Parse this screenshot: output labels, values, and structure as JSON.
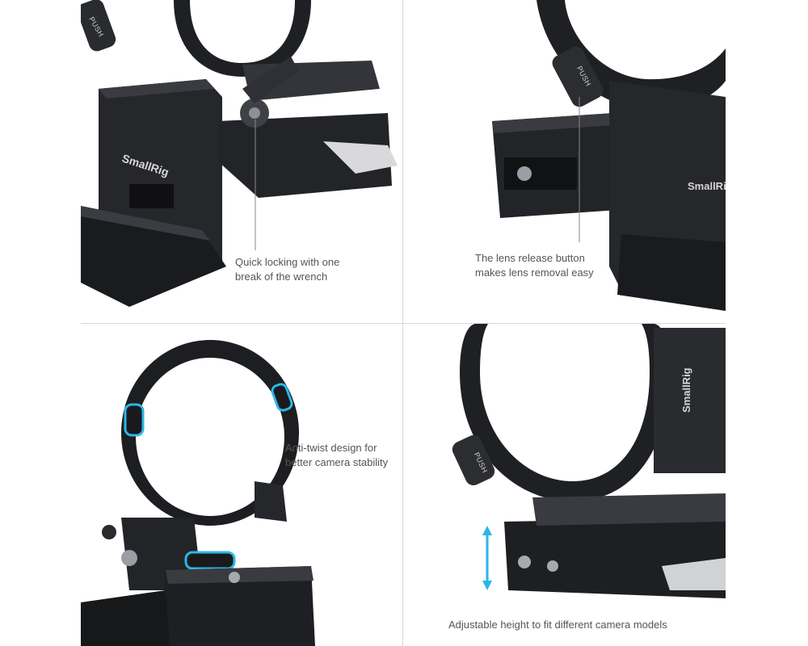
{
  "panels": [
    {
      "id": "quick-lock",
      "caption_line1": "Quick locking with one",
      "caption_line2": "break of the wrench",
      "brand": "SmallRig",
      "push_label": "PUSH"
    },
    {
      "id": "lens-release",
      "caption_line1": "The lens release button",
      "caption_line2": "makes lens removal easy",
      "brand": "SmallRig",
      "push_label": "PUSH"
    },
    {
      "id": "anti-twist",
      "caption_line1": "Anti-twist design for",
      "caption_line2": "better camera stability"
    },
    {
      "id": "adjustable-height",
      "caption_line1": "Adjustable height to fit different camera models",
      "brand": "SmallRig",
      "push_label": "PUSH"
    }
  ],
  "colors": {
    "accent_cyan": "#2bb7e6",
    "metal_dark": "#1c1c1e",
    "metal_mid": "#2e2f33",
    "metal_light": "#4a4c52",
    "background": "#ffffff",
    "divider": "#d8d8d8",
    "caption_text": "#555555"
  }
}
